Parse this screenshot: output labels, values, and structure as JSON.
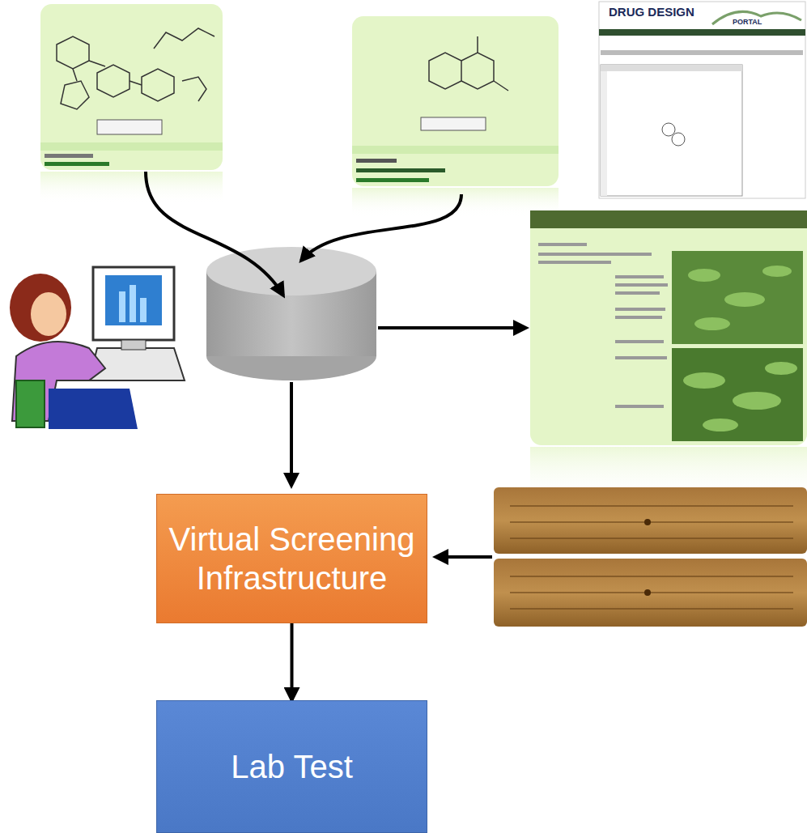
{
  "diagram": {
    "nodes": [
      {
        "text": [
          "Virtual Screening Infrastructure"
        ]
      },
      {
        "text": [
          "Lab Test"
        ]
      }
    ],
    "edges": [
      {
        "from": 0,
        "to": 1,
        "arrow": "to"
      }
    ],
    "labels": [
      "DRUG DESIGN",
      "PORTAL"
    ]
  }
}
